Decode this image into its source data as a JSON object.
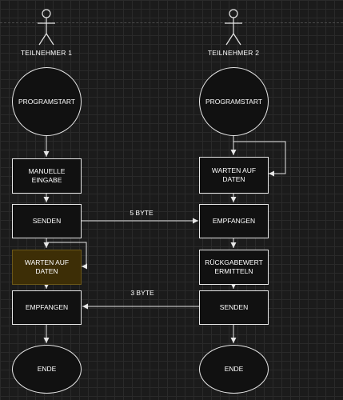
{
  "participants": [
    {
      "label": "TEILNEHMER 1"
    },
    {
      "label": "TEILNEHMER 2"
    }
  ],
  "p1": {
    "start": "PROGRAMSTART",
    "manual_input": "MANUELLE\nEINGABE",
    "send": "SENDEN",
    "wait": "WARTEN AUF\nDATEN",
    "receive": "EMPFANGEN",
    "end": "ENDE"
  },
  "p2": {
    "start": "PROGRAMSTART",
    "wait": "WARTEN AUF\nDATEN",
    "receive": "EMPFANGEN",
    "compute_return": "RÜCKGABEWERT\nERMITTELN",
    "send": "SENDEN",
    "end": "ENDE"
  },
  "messages": {
    "to_p2": "5 BYTE",
    "to_p1": "3 BYTE"
  },
  "colors": {
    "background": "#1b1b1b",
    "stroke": "#e6e6e6",
    "highlight_fill": "#3d2e06"
  }
}
